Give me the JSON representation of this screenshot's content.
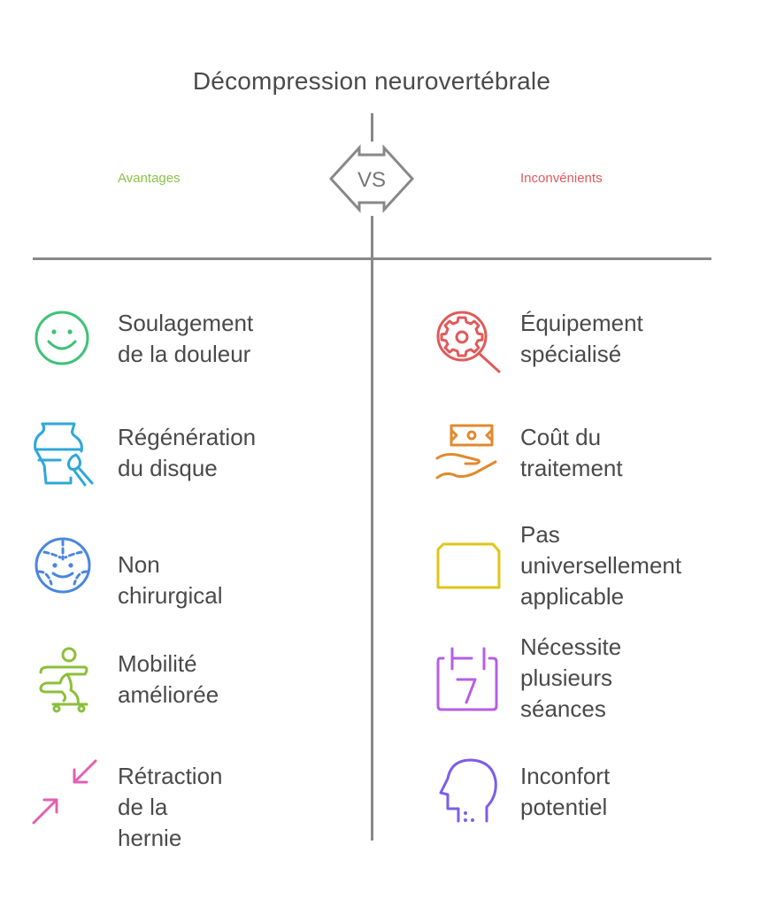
{
  "title": "Décompression neurovertébrale",
  "vs_label": "VS",
  "advantages": {
    "label": "Avantages",
    "color": "#8bc34a",
    "items": [
      {
        "text": "Soulagement\nde la douleur",
        "icon": "smiley-face-icon",
        "color": "#3cc277"
      },
      {
        "text": "Régénération\ndu disque",
        "icon": "vase-brush-icon",
        "color": "#2ea8d8"
      },
      {
        "text": "Non chirurgical",
        "icon": "face-dashed-icon",
        "color": "#4a86e0"
      },
      {
        "text": "Mobilité\naméliorée",
        "icon": "skateboarder-icon",
        "color": "#8bbf3a"
      },
      {
        "text": "Rétraction de la\nhernie",
        "icon": "arrows-inward-icon",
        "color": "#e060b0"
      }
    ]
  },
  "disadvantages": {
    "label": "Inconvénients",
    "color": "#e05a5a",
    "items": [
      {
        "text": "Équipement\nspécialisé",
        "icon": "gear-search-icon",
        "color": "#e05a5a"
      },
      {
        "text": "Coût du\ntraitement",
        "icon": "money-hand-icon",
        "color": "#e08a2e"
      },
      {
        "text": "Pas\nuniversellement\napplicable",
        "icon": "folder-shape-icon",
        "color": "#e0c418"
      },
      {
        "text": "Nécessite\nplusieurs\nséances",
        "icon": "calendar-7-icon",
        "color": "#b55ee8"
      },
      {
        "text": "Inconfort\npotentiel",
        "icon": "head-profile-icon",
        "color": "#7b5ee8"
      }
    ]
  },
  "colors": {
    "line": "#888888",
    "text": "#4a4a4a"
  }
}
